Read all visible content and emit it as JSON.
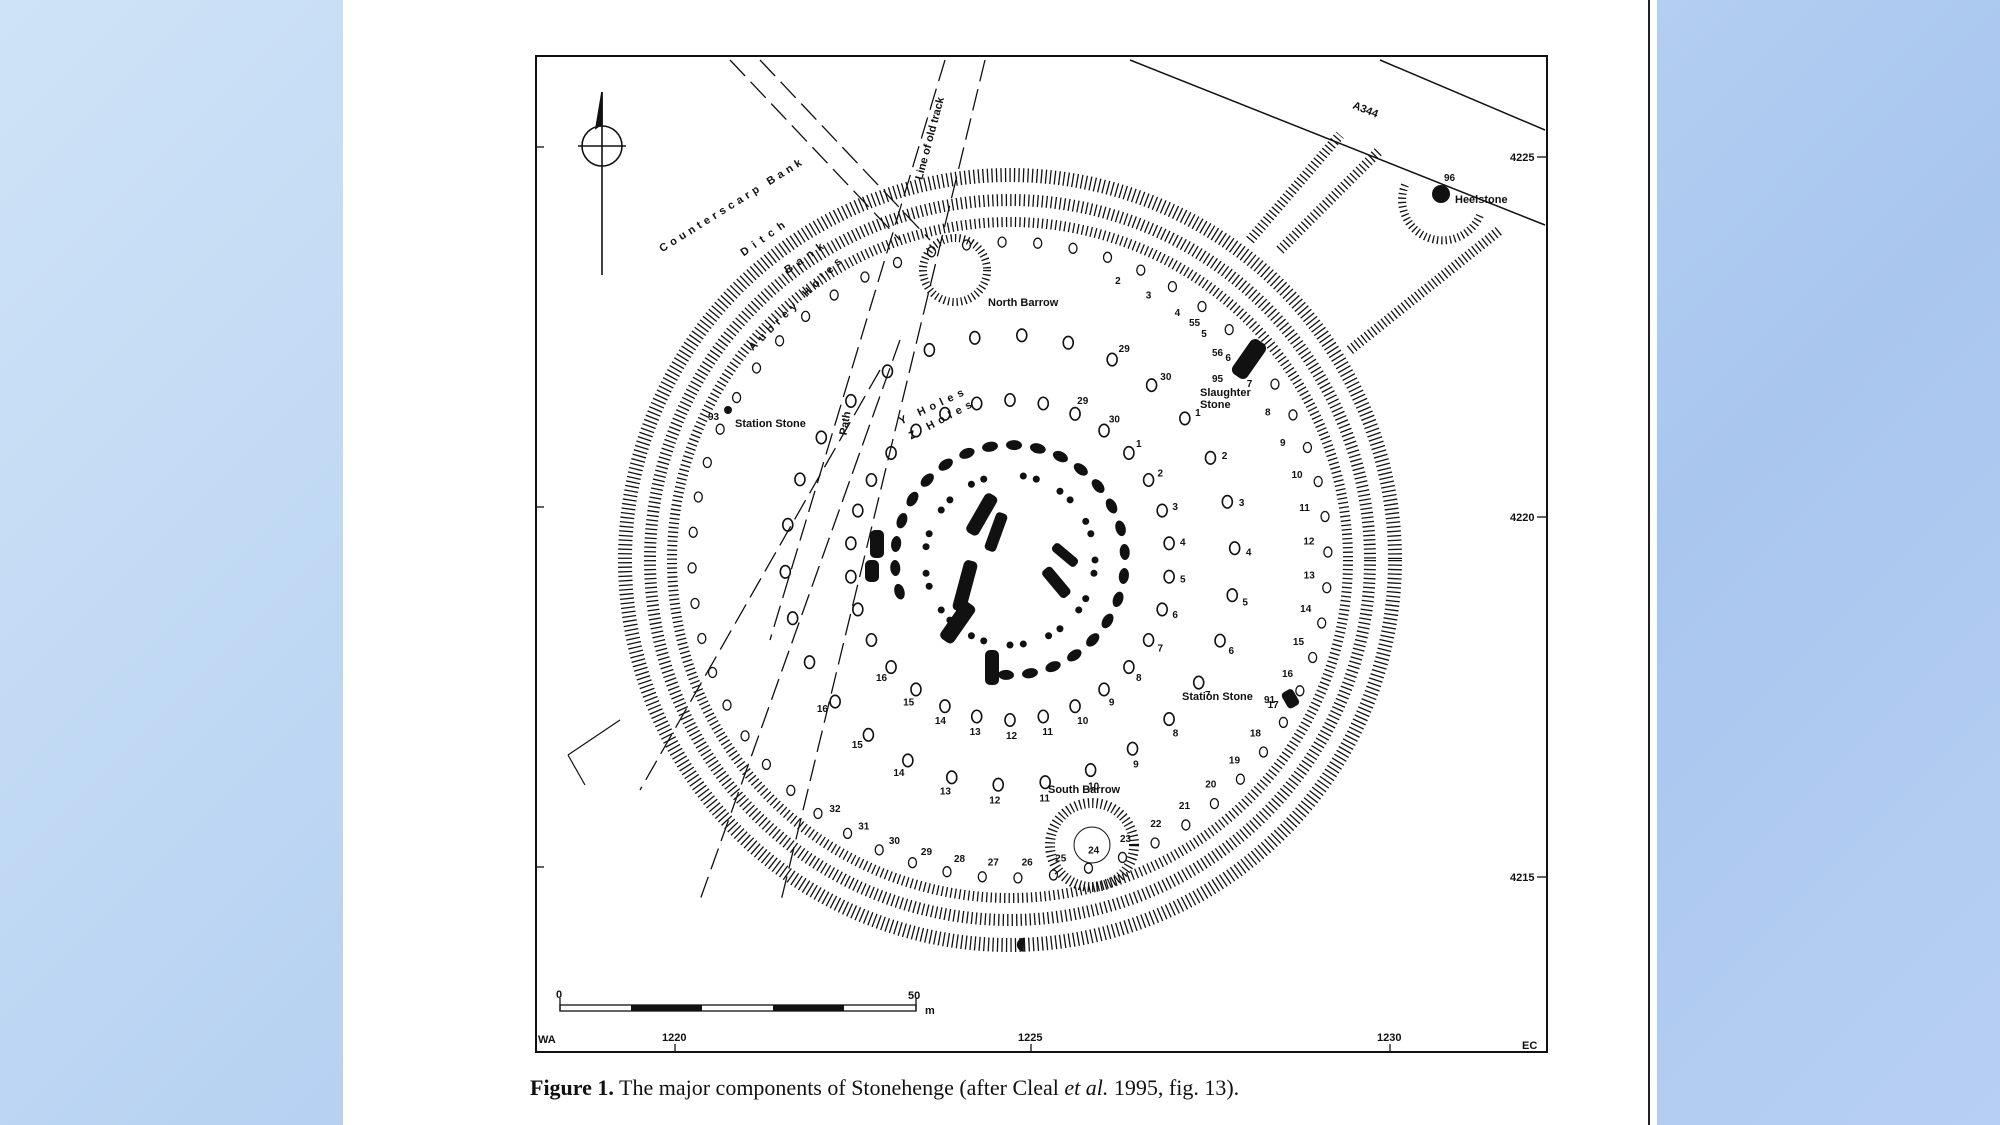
{
  "figure": {
    "caption_label": "Figure 1.",
    "caption_text_1": "The major components of Stonehenge (after Cleal ",
    "caption_italic": "et al.",
    "caption_text_2": " 1995, fig. 13).",
    "road": "A344",
    "labels": {
      "counterscarp": "Counterscarp Bank",
      "ditch": "Ditch",
      "bank": "Bank",
      "aubrey": "Aubrey Holes",
      "y_holes": "Y Holes",
      "z_holes": "Z Holes",
      "old_track": "Line of old track",
      "path": "Path",
      "north_barrow": "North Barrow",
      "south_barrow": "South Barrow",
      "station_stone_w": "Station Stone",
      "station_stone_e": "Station Stone",
      "slaughter_1": "Slaughter",
      "slaughter_2": "Stone",
      "heelstone": "Heelstone"
    },
    "stone_numbers": {
      "n96": "96",
      "n93": "93",
      "n95": "95",
      "n91": "91",
      "n55": "55",
      "n56": "56"
    },
    "grid_labels_right": [
      "4225",
      "4220",
      "4215"
    ],
    "grid_labels_bottom": [
      "1220",
      "1225",
      "1230"
    ],
    "corner_left": "WA",
    "corner_right": "EC",
    "scale": {
      "start": "0",
      "end": "50",
      "unit": "m"
    },
    "aubrey_numbers": [
      "2",
      "3",
      "4",
      "5",
      "6",
      "7",
      "8",
      "9",
      "10",
      "11",
      "12",
      "13",
      "14",
      "15",
      "16",
      "17",
      "18",
      "19",
      "20",
      "21",
      "22",
      "23",
      "24",
      "25",
      "26",
      "27",
      "28",
      "29",
      "30",
      "31",
      "32"
    ],
    "y_hole_numbers": [
      "29",
      "30",
      "1",
      "2",
      "3",
      "4",
      "5",
      "6",
      "7",
      "8",
      "9",
      "10",
      "11",
      "12",
      "13",
      "14",
      "15",
      "16"
    ],
    "z_hole_numbers": [
      "29",
      "30",
      "1",
      "2",
      "3",
      "4",
      "5",
      "6",
      "7",
      "8",
      "9",
      "10",
      "11",
      "12",
      "13",
      "14",
      "15",
      "16"
    ]
  }
}
